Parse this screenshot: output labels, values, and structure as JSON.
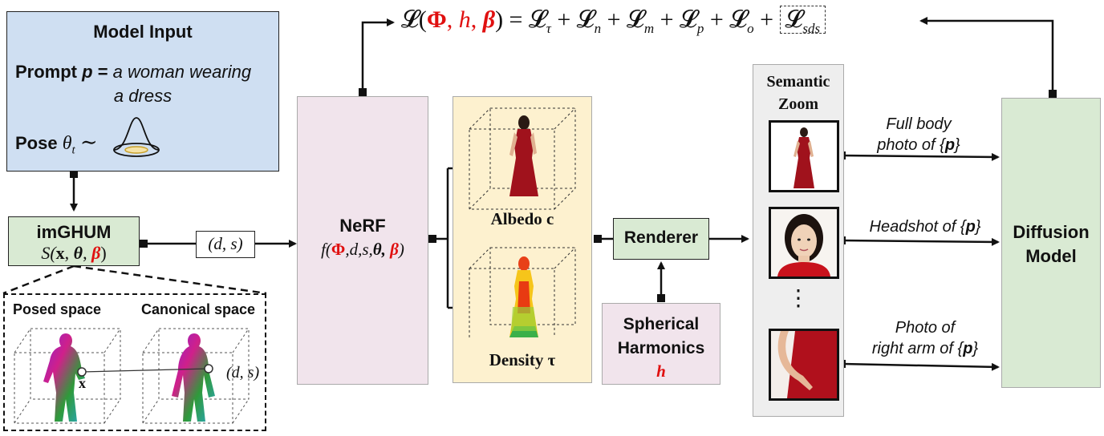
{
  "loss": {
    "prefix": "𝓛(",
    "phi": "Φ",
    "comma1": ", ",
    "h": "h",
    "comma2": ", ",
    "beta": "β",
    "suffix": ") = 𝓛",
    "tau_sub": "τ",
    "plus_n": " + 𝓛",
    "n_sub": "n",
    "plus_m": " + 𝓛",
    "m_sub": "m",
    "plus_p": " + 𝓛",
    "p_sub": "p",
    "plus_o": " + 𝓛",
    "o_sub": "o",
    "plus": " + ",
    "sds": "𝓛",
    "sds_sub": "sds"
  },
  "model_input": {
    "title": "Model Input",
    "prompt_label": "Prompt",
    "prompt_var": "p",
    "prompt_eq": " = ",
    "prompt_text_1": "a woman wearing",
    "prompt_text_2": "a  dress",
    "pose_label": "Pose",
    "pose_var": "θ",
    "pose_sub": "t",
    "pose_tilde": "∼"
  },
  "imghum": {
    "title": "imGHUM",
    "func": "S(",
    "x": "x",
    "c1": ", ",
    "theta": "θ",
    "c2": ", ",
    "beta": "β",
    "close": ")"
  },
  "ds_label": "(d, s)",
  "spaces": {
    "posed": "Posed space",
    "canonical": "Canonical space",
    "x_label": "x",
    "ds_label": "(d, s)"
  },
  "nerf": {
    "title": "NeRF",
    "f": "f(",
    "phi": "Φ",
    "mid": ",d,s,",
    "theta": "θ,",
    "beta": " β",
    "close": ")"
  },
  "albedo_label": "Albedo c",
  "density_label": "Density τ",
  "renderer_label": "Renderer",
  "sh": {
    "line1": "Spherical",
    "line2": "Harmonics",
    "h": "h"
  },
  "semantic_zoom": {
    "line1": "Semantic",
    "line2": "Zoom",
    "dots": "⋮"
  },
  "captions": {
    "full1": "Full body",
    "full2_pre": "photo of {",
    "full2_p": "p",
    "full2_post": "}",
    "head_pre": "Headshot of {",
    "head_p": "p",
    "head_post": "}",
    "arm1": "Photo of",
    "arm2_pre": "right arm of {",
    "arm2_p": "p",
    "arm2_post": "}"
  },
  "diffusion": {
    "line1": "Diffusion",
    "line2": "Model"
  },
  "colors": {
    "model_input_bg": "#cfdff2",
    "imghum_bg": "#d9ead3",
    "nerf_bg": "#f1e4ec",
    "albedo_bg": "#fdf1cf",
    "renderer_bg": "#d9ead3",
    "sh_bg": "#f1e4ec",
    "zoom_bg": "#eeeeee",
    "diffusion_bg": "#d9ead3",
    "accent_red": "#e01010"
  }
}
